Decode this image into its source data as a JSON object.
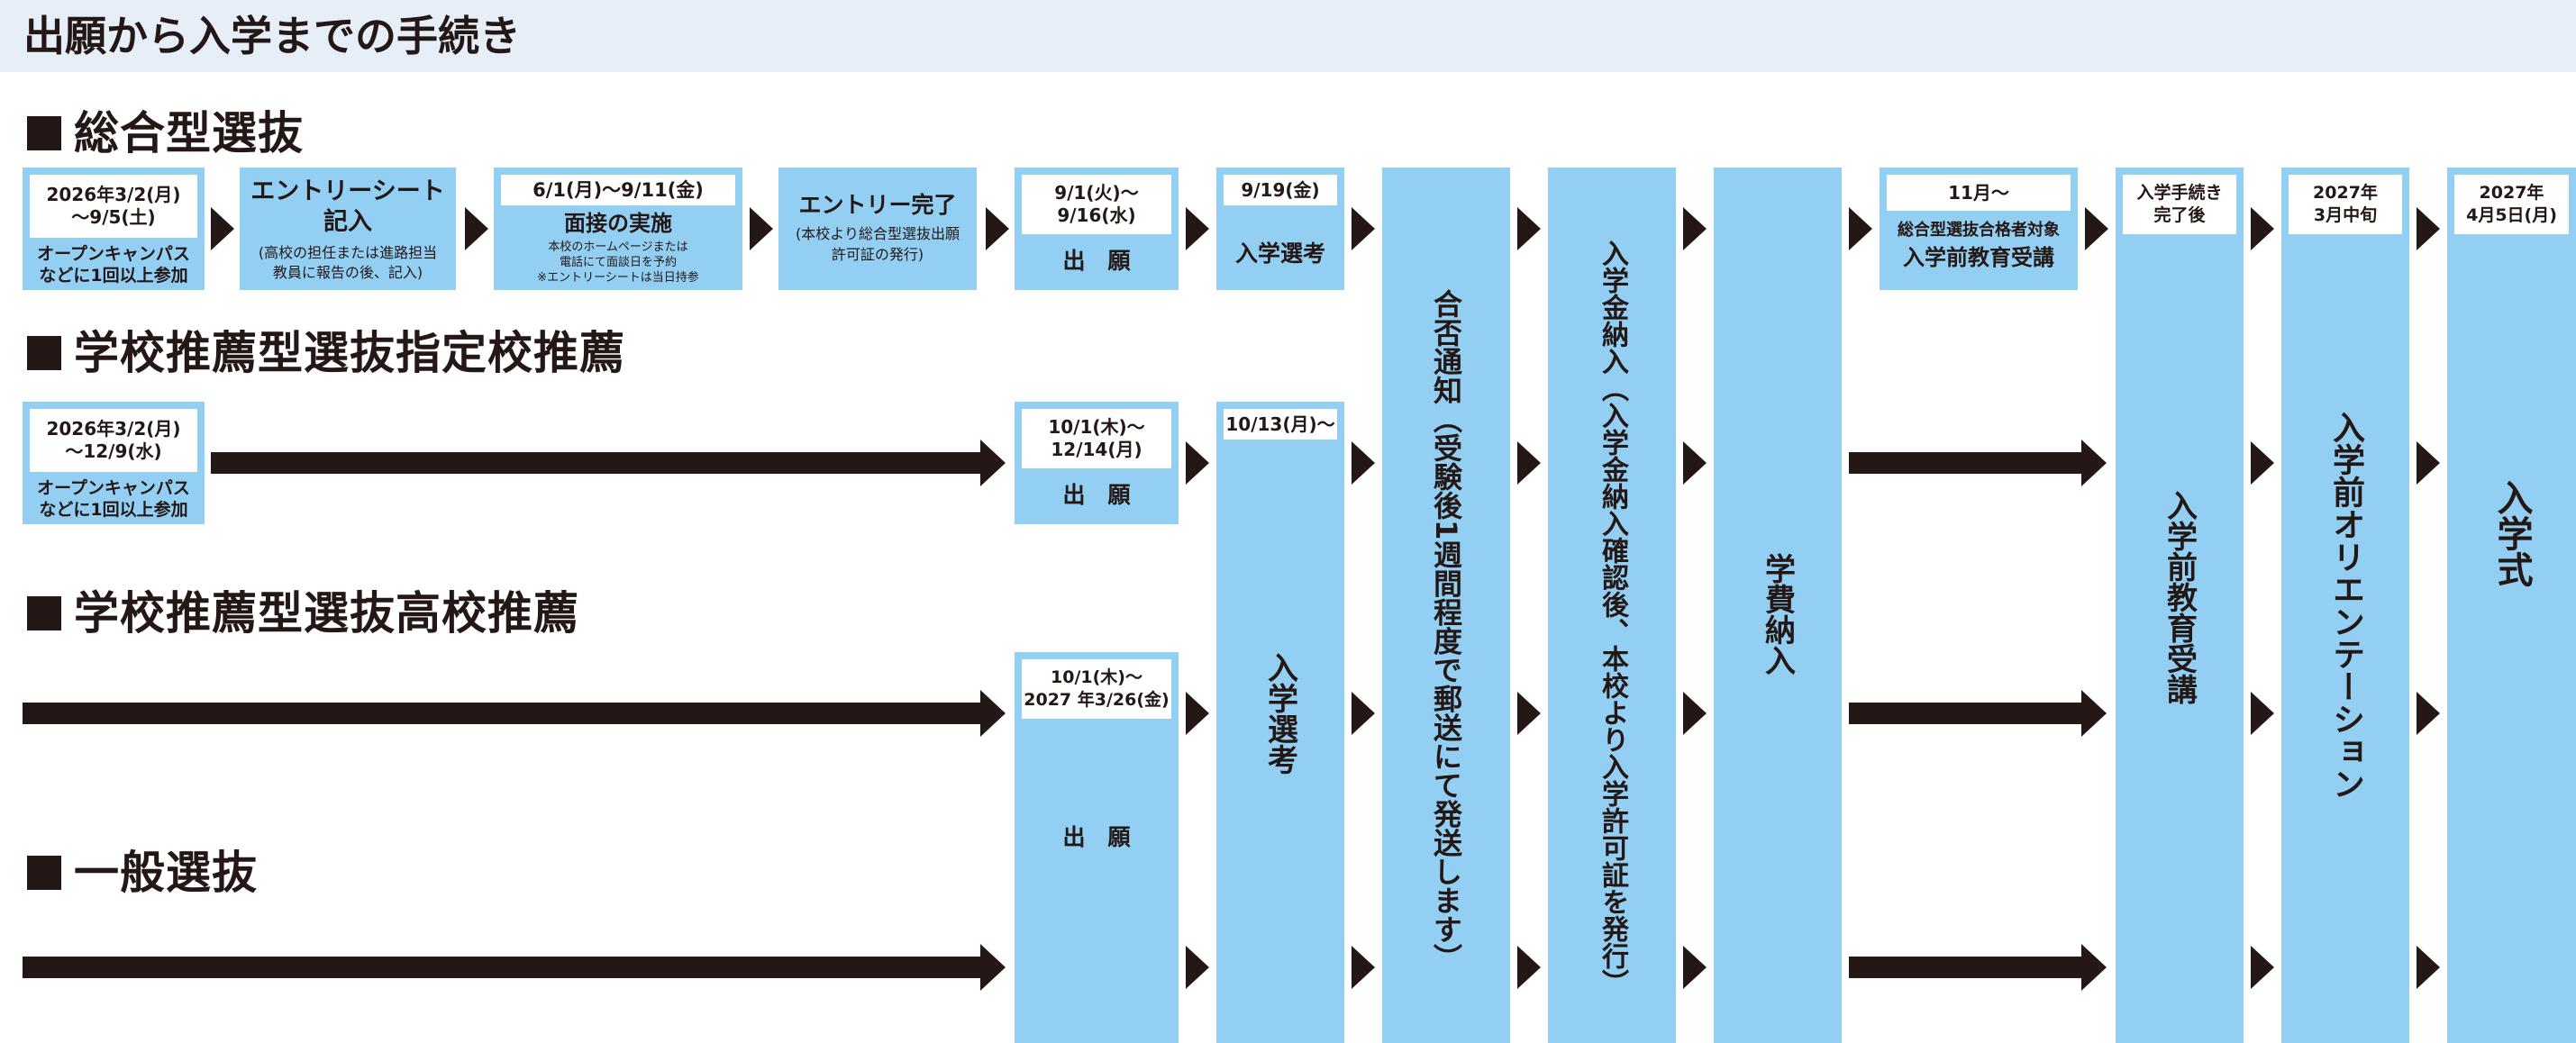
{
  "page_title": "出願から入学までの手続き",
  "sections": {
    "sogo": "総合型選抜",
    "shitei": "学校推薦型選抜指定校推薦",
    "koko": "学校推薦型選抜高校推薦",
    "ippan": "一般選抜"
  },
  "sogo": {
    "oc_date1": "2026年3/2(月)",
    "oc_date2": "～9/5(土)",
    "oc_note1": "オープンキャンパス",
    "oc_note2": "などに1回以上参加",
    "entry_title1": "エントリーシート",
    "entry_title2": "記入",
    "entry_note1": "(高校の担任または進路担当",
    "entry_note2": "教員に報告の後、記入)",
    "interview_date": "6/1(月)～9/11(金)",
    "interview_title": "面接の実施",
    "interview_note1": "本校のホームページまたは",
    "interview_note2": "電話にて面談日を予約",
    "interview_note3": "※エントリーシートは当日持参",
    "entry_done_title": "エントリー完了",
    "entry_done_note1": "(本校より総合型選抜出願",
    "entry_done_note2": "許可証の発行)",
    "apply_date1": "9/1(火)～",
    "apply_date2": "9/16(水)",
    "apply_label": "出　願",
    "exam_date": "9/19(金)",
    "exam_label": "入学選考",
    "pre_edu_date": "11月～",
    "pre_edu_note": "総合型選抜合格者対象",
    "pre_edu_title": "入学前教育受講"
  },
  "shitei": {
    "oc_date1": "2026年3/2(月)",
    "oc_date2": "～12/9(水)",
    "oc_note1": "オープンキャンパス",
    "oc_note2": "などに1回以上参加",
    "apply_date1": "10/1(木)～",
    "apply_date2": "12/14(月)",
    "apply_label": "出　願",
    "exam_date": "10/13(月)～"
  },
  "koko": {
    "apply_date1": "10/1(木)～",
    "apply_date2": "2027 年3/26(金)",
    "apply_label": "出　願"
  },
  "common": {
    "exam_vertical": "入学選考",
    "result_notice": "合否通知（受験後1週間程度で郵送にて発送します）",
    "enrollment_fee": "入学金納入（入学金納入確認後、本校より入学許可証を発行）",
    "tuition": "学費納入",
    "proc_done1": "入学手続き",
    "proc_done2": "完了後",
    "pre_edu_vertical": "入学前教育受講",
    "orient_date1": "2027年",
    "orient_date2": "3月中旬",
    "orientation": "入学前オリエンテーション",
    "ceremony_date1": "2027年",
    "ceremony_date2": "4月5日(月)",
    "ceremony": "入学式"
  },
  "colors": {
    "box_fill": "#93cff3",
    "title_bg": "#e6eef8",
    "arrow": "#231815",
    "text": "#231815"
  }
}
